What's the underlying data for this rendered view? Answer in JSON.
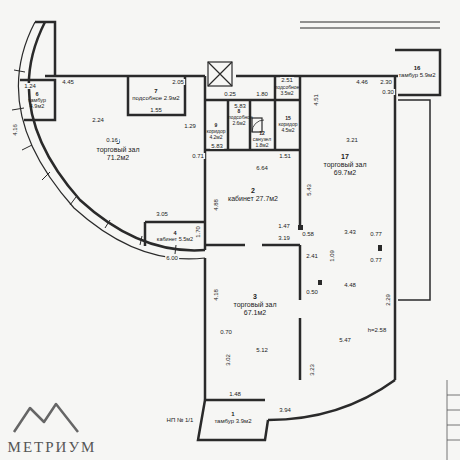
{
  "diagram": {
    "nodes": [
      {
        "text": [
          "5",
          "торговый зал 71.2м2"
        ]
      },
      {
        "text": [
          "7",
          "подсобное 2.9м2"
        ]
      },
      {
        "text": [
          "6",
          "тамбур 4.9м2"
        ]
      },
      {
        "text": [
          "8",
          "подсобное 2.6м2"
        ]
      },
      {
        "text": [
          "9",
          "коридор 4.2м2"
        ]
      },
      {
        "text": [
          "12",
          "санузел 1.8м2"
        ]
      },
      {
        "text": [
          "15",
          "коридор 4.5м2"
        ]
      },
      {
        "text": [
          "11",
          "подсобное 3.5м2"
        ]
      },
      {
        "text": [
          "16",
          "тамбур 5.9м2"
        ]
      },
      {
        "text": [
          "17",
          "торговый зал 69.7м2"
        ]
      },
      {
        "text": [
          "2",
          "кабинет 27.7м2"
        ]
      },
      {
        "text": [
          "4",
          "кабинет 5.5м2"
        ]
      },
      {
        "text": [
          "3",
          "торговый зал 67.1м2"
        ]
      },
      {
        "text": [
          "1",
          "тамбур 3.9м2"
        ]
      }
    ],
    "labels": [
      "4.45",
      "2.05",
      "1.55",
      "1.24",
      "4.16",
      "2.24",
      "0.16",
      "1.29",
      "0.71",
      "5.83",
      "5.83",
      "0.25",
      "1.80",
      "1.51",
      "6.64",
      "2.51",
      "4.51",
      "4.46",
      "2.30",
      "0.30",
      "3.21",
      "5.43",
      "3.43",
      "1.47",
      "0.58",
      "3.19",
      "2.41",
      "1.09",
      "0.77",
      "0.77",
      "4.48",
      "0.50",
      "5.47",
      "h=2.58",
      "2.29",
      "4.88",
      "1.70",
      "3.05",
      "6.00",
      "3.02",
      "4.18",
      "0.70",
      "5.12",
      "3.23",
      "1.48",
      "3.94",
      "НП № 1/1",
      "МЕТРИУМ"
    ]
  }
}
